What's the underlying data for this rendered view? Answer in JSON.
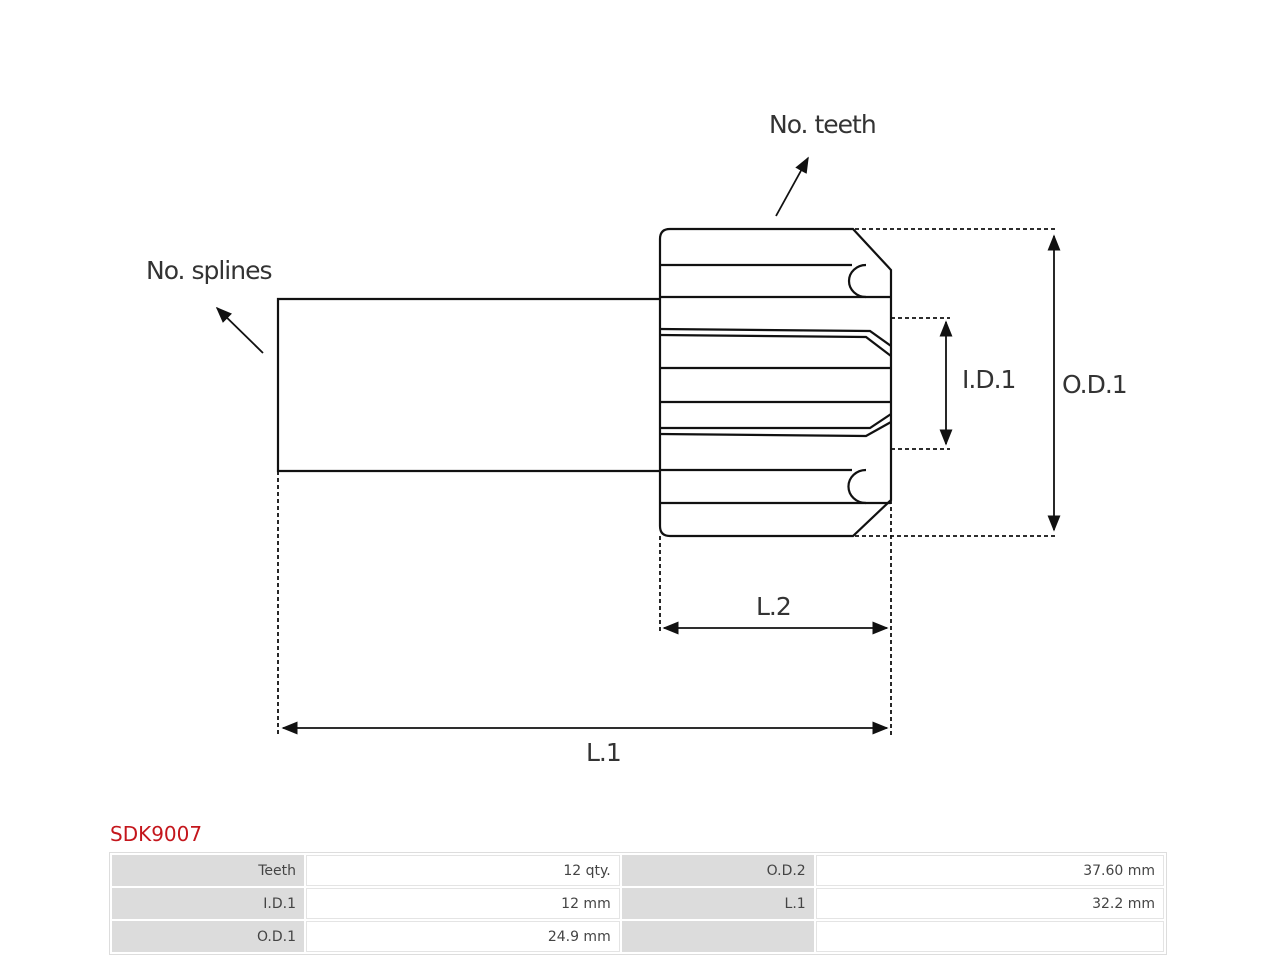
{
  "diagram": {
    "labels": {
      "no_teeth": "No. teeth",
      "no_splines": "No. splines",
      "id1": "I.D.1",
      "od1": "O.D.1",
      "l2": "L.2",
      "l1": "L.1"
    }
  },
  "part": {
    "code": "SDK9007"
  },
  "specs": {
    "rows": [
      {
        "k1": "Teeth",
        "v1": "12 qty.",
        "k2": "O.D.2",
        "v2": "37.60 mm"
      },
      {
        "k1": "I.D.1",
        "v1": "12 mm",
        "k2": "L.1",
        "v2": "32.2 mm"
      },
      {
        "k1": "O.D.1",
        "v1": "24.9 mm",
        "k2": "",
        "v2": ""
      }
    ]
  },
  "colors": {
    "accent_red": "#c4161c",
    "line": "#111111",
    "key_cell_bg": "#dcdcdc"
  }
}
